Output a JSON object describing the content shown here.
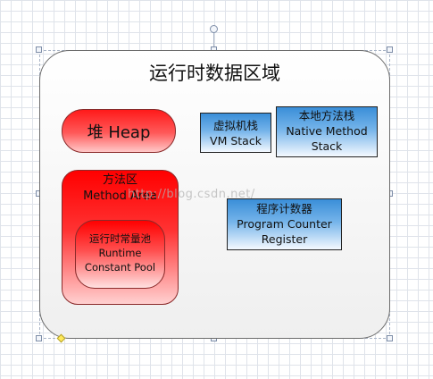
{
  "diagram": {
    "title": "运行时数据区域",
    "heap": {
      "label": "堆 Heap"
    },
    "method_area": {
      "label_cn": "方法区",
      "label_en": "Method Area"
    },
    "runtime_constant_pool": {
      "label_cn": "运行时常量池",
      "label_en_1": "Runtime",
      "label_en_2": "Constant Pool"
    },
    "vm_stack": {
      "label_cn": "虚拟机栈",
      "label_en": "VM Stack"
    },
    "native_method_stack": {
      "label_cn": "本地方法栈",
      "label_en_1": "Native Method",
      "label_en_2": "Stack"
    },
    "program_counter": {
      "label_cn": "程序计数器",
      "label_en_1": "Program Counter",
      "label_en_2": "Register"
    },
    "watermark": "http://blog.csdn.net/"
  },
  "colors": {
    "heap_fill": "#ff1a1a",
    "method_area_fill": "#ff0000",
    "stack_fill": "#3a8ed8",
    "container_border": "#6c6c6c"
  }
}
